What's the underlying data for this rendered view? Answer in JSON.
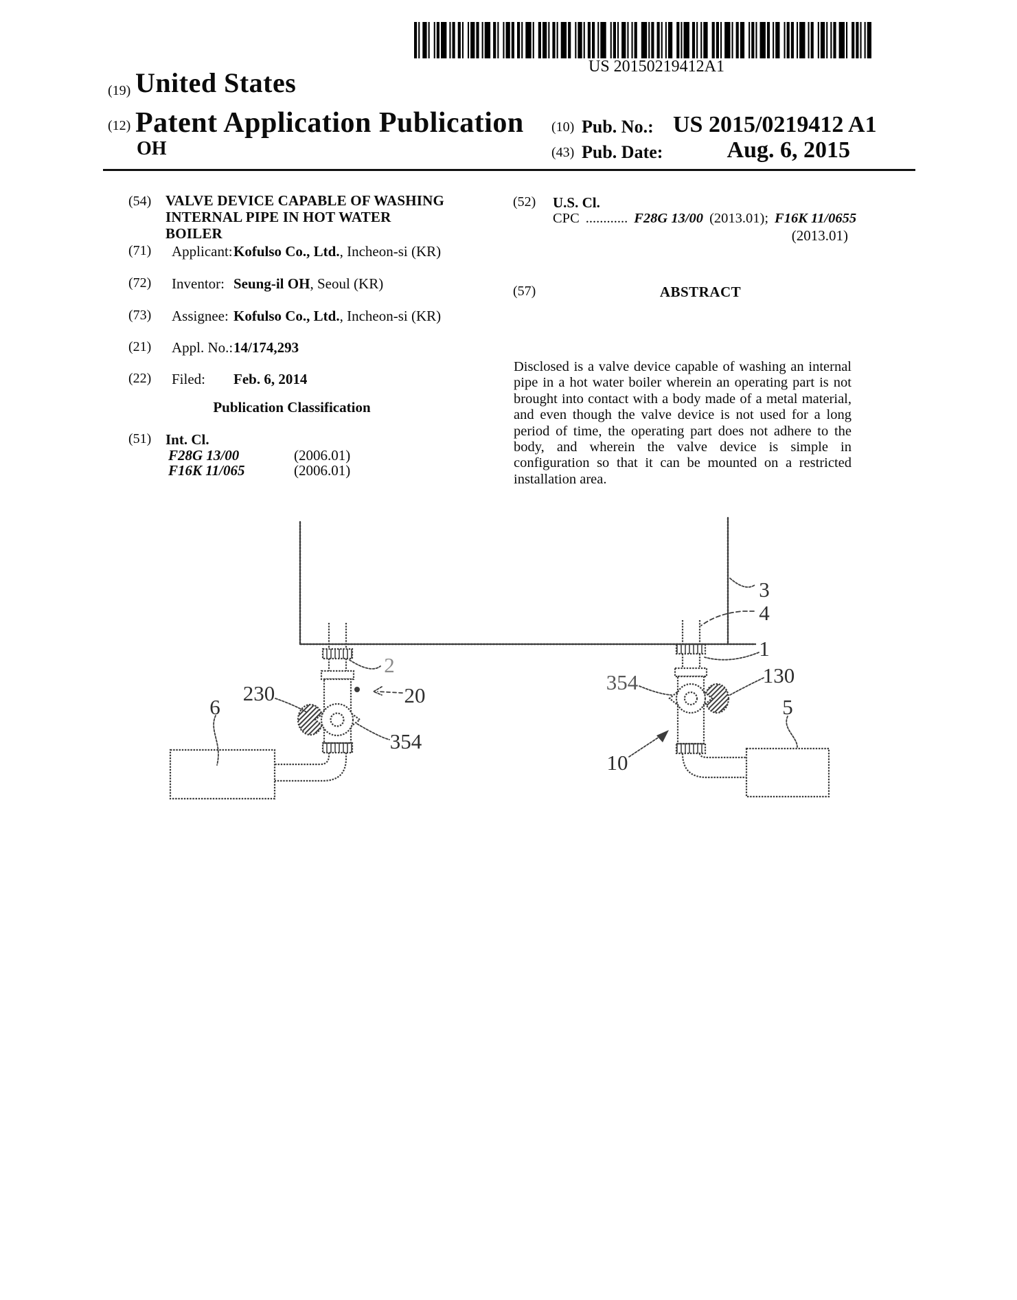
{
  "barcode": {
    "text": "US 20150219412A1"
  },
  "header": {
    "num19": "(19)",
    "country": "United States",
    "num12": "(12)",
    "doc_type": "Patent Application Publication",
    "applicant_name": "OH",
    "num10": "(10)",
    "pub_no_label": "Pub. No.:",
    "pub_no": "US 2015/0219412 A1",
    "num43": "(43)",
    "pub_date_label": "Pub. Date:",
    "pub_date": "Aug. 6, 2015"
  },
  "left": {
    "f54": {
      "num": "(54)",
      "title": "VALVE DEVICE CAPABLE OF WASHING INTERNAL PIPE IN HOT WATER BOILER"
    },
    "f71": {
      "num": "(71)",
      "label": "Applicant:",
      "bold": "Kofulso Co., Ltd.",
      "rest": ", Incheon-si (KR)"
    },
    "f72": {
      "num": "(72)",
      "label": "Inventor:",
      "bold": "Seung-il OH",
      "rest": ", Seoul (KR)"
    },
    "f73": {
      "num": "(73)",
      "label": "Assignee:",
      "bold": "Kofulso Co., Ltd.",
      "rest": ", Incheon-si (KR)"
    },
    "f21": {
      "num": "(21)",
      "label": "Appl. No.:",
      "value": "14/174,293"
    },
    "f22": {
      "num": "(22)",
      "label": "Filed:",
      "value": "Feb. 6, 2014"
    },
    "pub_class_heading": "Publication Classification",
    "f51": {
      "num": "(51)",
      "label": "Int. Cl.",
      "entries": [
        {
          "code": "F28G 13/00",
          "year": "(2006.01)"
        },
        {
          "code": "F16K 11/065",
          "year": "(2006.01)"
        }
      ]
    }
  },
  "right": {
    "f52": {
      "num": "(52)",
      "label": "U.S. Cl.",
      "cpc_label": "CPC",
      "cpc_dots": "............",
      "cpc_code1": "F28G 13/00",
      "cpc_mid": "(2013.01);",
      "cpc_code2": "F16K 11/0655",
      "cpc_line2": "(2013.01)"
    },
    "f57": {
      "num": "(57)",
      "heading": "ABSTRACT",
      "abstract": "Disclosed is a valve device capable of washing an internal pipe in a hot water boiler wherein an operating part is not brought into contact with a body made of a metal material, and even though the valve device is not used for a long period of time, the operating part does not adhere to the body, and wherein the valve device is simple in configuration so that it can be mounted on a restricted installation area."
    }
  },
  "figure": {
    "labels": {
      "l2": "2",
      "l20": "20",
      "l230": "230",
      "l354_left": "354",
      "l6": "6",
      "l3": "3",
      "l4": "4",
      "l1": "1",
      "l354_right": "354",
      "l130": "130",
      "l5": "5",
      "l10": "10"
    }
  }
}
